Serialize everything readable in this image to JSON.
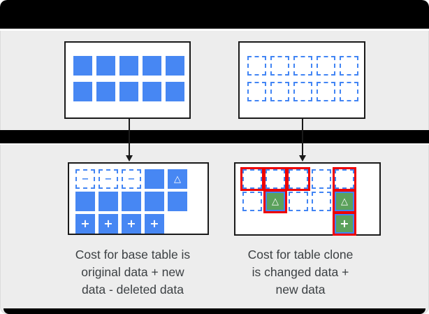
{
  "figure": {
    "glyphs": {
      "minus": "−",
      "plus": "+",
      "triangle": "△"
    },
    "palette": {
      "blue": "#4787f3",
      "blueBorder": "#4285f4",
      "green": "#5ba15c",
      "red": "#ee0000",
      "text": "#3c4043",
      "bg": "#ededed",
      "bar": "#000000",
      "boxBorder": "#1a1a1a"
    },
    "panels": {
      "base_table_before": {
        "rows": [
          [
            "solid",
            "solid",
            "solid",
            "solid",
            "solid"
          ],
          [
            "solid",
            "solid",
            "solid",
            "solid",
            "solid"
          ]
        ]
      },
      "table_clone_before": {
        "rows": [
          [
            "dashed",
            "dashed",
            "dashed",
            "dashed",
            "dashed"
          ],
          [
            "dashed",
            "dashed",
            "dashed",
            "dashed",
            "dashed"
          ]
        ]
      },
      "base_table_after": {
        "rows": [
          [
            "dashed:minus",
            "dashed:minus",
            "dashed:minus",
            "solid",
            "solid:triangle"
          ],
          [
            "solid",
            "solid",
            "solid",
            "solid",
            "solid"
          ],
          [
            "solid:plus",
            "solid:plus",
            "solid:plus",
            "solid:plus",
            "empty"
          ]
        ]
      },
      "table_clone_after": {
        "rows": [
          [
            "dashed::red",
            "dashed::red",
            "dashed::red",
            "dashed",
            "dashed::red"
          ],
          [
            "dashed",
            "green:triangle:red",
            "dashed",
            "dashed",
            "green:triangle:red"
          ],
          [
            "empty",
            "empty",
            "empty",
            "empty",
            "green:plus:red"
          ]
        ]
      }
    },
    "captions": {
      "left": {
        "line1": "Cost for base table is",
        "line2": "original data + new",
        "line3": "data - deleted data"
      },
      "right": {
        "line1": "Cost for table clone",
        "line2": "is changed data +",
        "line3": "new data"
      }
    }
  }
}
